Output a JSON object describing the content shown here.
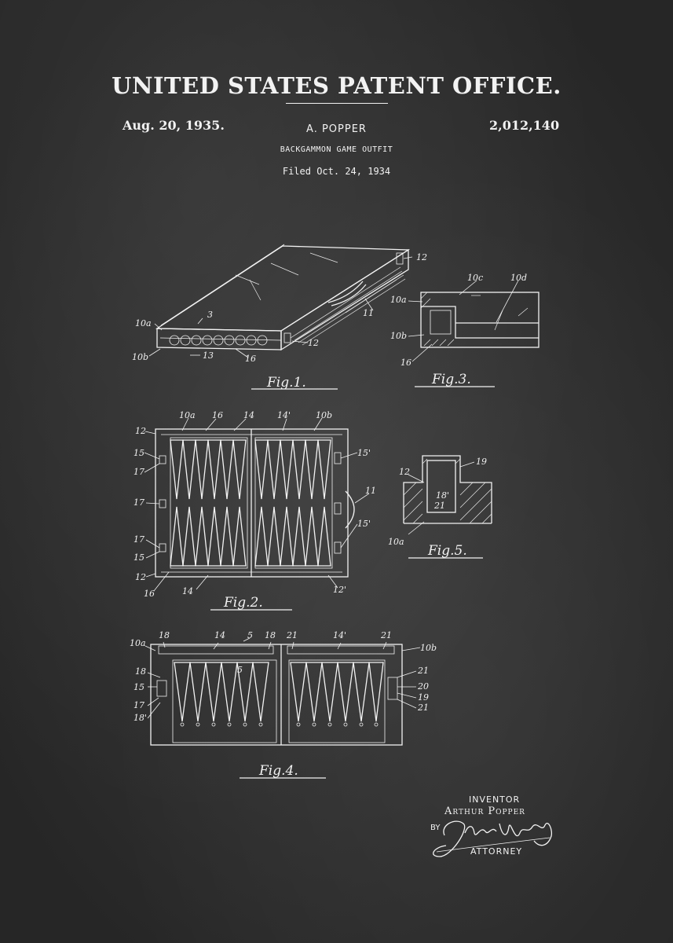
{
  "header": {
    "office": "UNITED STATES PATENT OFFICE.",
    "date": "Aug. 20, 1935.",
    "inventor": "A. POPPER",
    "patent_number": "2,012,140",
    "subject": "BACKGAMMON GAME OUTFIT",
    "filed": "Filed Oct. 24, 1934"
  },
  "figures": [
    {
      "caption": "Fig.1.",
      "labels": [
        "12",
        "10a",
        "3",
        "11",
        "12",
        "10b",
        "13",
        "16"
      ]
    },
    {
      "caption": "Fig.3.",
      "labels": [
        "10c",
        "10d",
        "10a",
        "10b",
        "16"
      ]
    },
    {
      "caption": "Fig.2.",
      "labels": [
        "10a",
        "16",
        "14",
        "14'",
        "10b",
        "12",
        "15",
        "17",
        "17",
        "17",
        "15",
        "12",
        "15'",
        "11",
        "15'",
        "16",
        "14",
        "12'"
      ]
    },
    {
      "caption": "Fig.5.",
      "labels": [
        "19",
        "12",
        "18'",
        "21",
        "10a"
      ]
    },
    {
      "caption": "Fig.4.",
      "labels": [
        "10a",
        "18",
        "14",
        "5",
        "18",
        "21",
        "14'",
        "21",
        "10b",
        "18",
        "5",
        "15",
        "17",
        "18'",
        "21",
        "20",
        "19",
        "21"
      ]
    }
  ],
  "signature": {
    "inventor_label": "INVENTOR",
    "inventor_name": "Arthur Popper",
    "by_label": "BY",
    "attorney_label": "ATTORNEY"
  },
  "colors": {
    "background": "#2e2e2e",
    "ink": "#f2f2f2"
  }
}
